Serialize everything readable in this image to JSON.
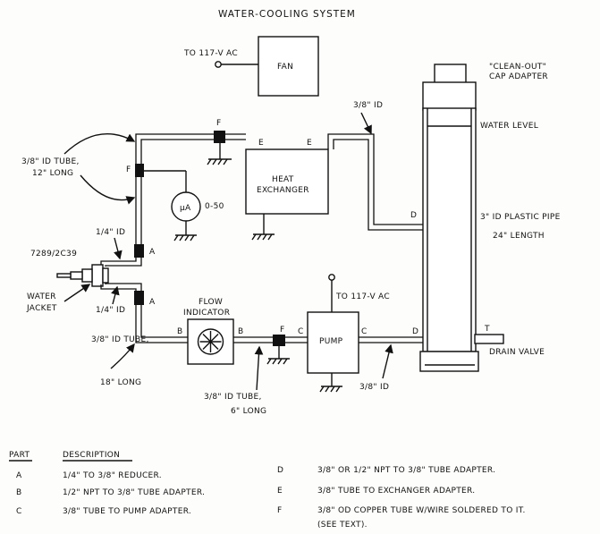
{
  "title": "WATER-COOLING SYSTEM",
  "labels": {
    "power_fan": "TO 117-V AC",
    "fan": "FAN",
    "cleanout_1": "\"CLEAN-OUT\"",
    "cleanout_2": "CAP ADAPTER",
    "id_top": "3/8\" ID",
    "water_level": "WATER LEVEL",
    "tube12_1": "3/8\" ID TUBE,",
    "tube12_2": "12\" LONG",
    "heat_1": "HEAT",
    "heat_2": "EXCHANGER",
    "meter": "µA",
    "meter_range": "0-50",
    "pipe_1": "3\" ID PLASTIC PIPE",
    "pipe_2": "24\" LENGTH",
    "id_quarter_a": "1/4\" ID",
    "tube_model": "7289/2C39",
    "jacket_1": "WATER",
    "jacket_2": "JACKET",
    "id_quarter_b": "1/4\" ID",
    "power_pump": "TO 117-V AC",
    "flow_1": "FLOW",
    "flow_2": "INDICATOR",
    "pump": "PUMP",
    "tube18_1": "3/8\" ID TUBE,",
    "tube18_2": "18\" LONG",
    "drain": "DRAIN VALVE",
    "tube6_1": "3/8\" ID TUBE,",
    "tube6_2": "6\" LONG",
    "id_bottom": "3/8\" ID",
    "drain_t": "T"
  },
  "parts": {
    "F1": "F",
    "F2": "F",
    "F3": "F",
    "E1": "E",
    "E2": "E",
    "A1": "A",
    "A2": "A",
    "B1": "B",
    "B2": "B",
    "C1": "C",
    "C2": "C",
    "D1": "D",
    "D2": "D"
  },
  "legend": {
    "header_part": "PART",
    "header_desc": "DESCRIPTION",
    "rows": [
      {
        "part": "A",
        "desc": "1/4\" TO 3/8\" REDUCER."
      },
      {
        "part": "B",
        "desc": "1/2\" NPT TO 3/8\" TUBE ADAPTER."
      },
      {
        "part": "C",
        "desc": "3/8\" TUBE TO PUMP ADAPTER."
      },
      {
        "part": "D",
        "desc": "3/8\" OR 1/2\" NPT TO 3/8\" TUBE ADAPTER."
      },
      {
        "part": "E",
        "desc": "3/8\" TUBE TO EXCHANGER ADAPTER."
      },
      {
        "part": "F",
        "desc": "3/8\" OD COPPER TUBE W/WIRE SOLDERED TO IT."
      }
    ],
    "note": "(SEE TEXT)."
  }
}
